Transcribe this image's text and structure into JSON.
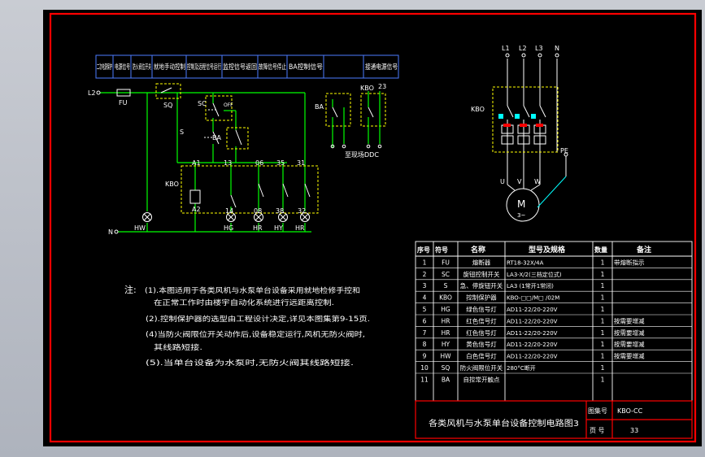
{
  "colors": {
    "border": "#ff0000",
    "wire": "#00ff00",
    "device": "#ffffff",
    "dashed": "#ffff00",
    "text": "#ffffff",
    "table_line": "#ffffff",
    "highlight": "#ffff00",
    "motor_lead": "#00ffff"
  },
  "header_cells": [
    "二次电源保护",
    "电源信号",
    "防火阀位开关",
    "就地手动控制",
    "控制及远程信号运行",
    "监控信号返回",
    "故障信号停止",
    "BA控制信号",
    "接通电源信号"
  ],
  "control": {
    "l2": "L2",
    "fu": "FU",
    "sq": "SQ",
    "sc": "SC",
    "s": "S",
    "ba": "BA",
    "kbo": "KBO",
    "off": "OFF",
    "a1": "A1",
    "a2": "A2",
    "n": "N",
    "terminals": [
      "13",
      "06",
      "35",
      "31"
    ],
    "bottom_terminals": [
      "14",
      "08",
      "38",
      "32"
    ],
    "lamps": [
      "HW",
      "HG",
      "HR",
      "HY",
      "HR"
    ],
    "ba_right": "BA",
    "kbo_right": "KBO",
    "num_23": "23",
    "to_ddc": "至现场DDC"
  },
  "power": {
    "phases": [
      "L1",
      "L2",
      "L3",
      "N"
    ],
    "kbo": "KBO",
    "pe": "PE",
    "uvw": [
      "U",
      "V",
      "W"
    ],
    "motor": "M",
    "motor_sub": "3~"
  },
  "notes": {
    "label": "注:",
    "items": [
      "(1).本图适用于各类风机与水泵单台设备采用就地检修手控和",
      "在正常工作时由楼宇自动化系统进行远距离控制.",
      "(2).控制保护器的选型由工程设计决定,详见本图集第9-15页.",
      "(4)当防火阀限位开关动作后,设备稳定运行,风机无防火阀时,",
      "其线路短接.",
      "(5).当单台设备为水泵时,无防火阀其线路短接."
    ]
  },
  "table": {
    "headers": [
      "序号",
      "符号",
      "名称",
      "型号及规格",
      "数量",
      "备注"
    ],
    "rows": [
      [
        "1",
        "FU",
        "熔断器",
        "RT18-32X/4A",
        "1",
        "带熔断指示"
      ],
      [
        "2",
        "SC",
        "旋钮控制开关",
        "LA3-X/2(三档定位式)",
        "1",
        ""
      ],
      [
        "3",
        "S",
        "急、停旋钮开关",
        "LA3 (1常开1常闭)",
        "1",
        ""
      ],
      [
        "4",
        "KBO",
        "控制保护器",
        "KBO-□□/M□ /02M",
        "1",
        ""
      ],
      [
        "5",
        "HG",
        "绿色信号灯",
        "AD11-22/20-220V",
        "1",
        ""
      ],
      [
        "6",
        "HR",
        "红色信号灯",
        "AD11-22/20-220V",
        "1",
        "按需要增减"
      ],
      [
        "7",
        "HR",
        "红色信号灯",
        "AD11-22/20-220V",
        "1",
        "按需要增减"
      ],
      [
        "8",
        "HY",
        "黄色信号灯",
        "AD11-22/20-220V",
        "1",
        "按需要增减"
      ],
      [
        "9",
        "HW",
        "白色信号灯",
        "AD11-22/20-220V",
        "1",
        "按需要增减"
      ],
      [
        "10",
        "SQ",
        "防火阀限位开关",
        "280°C断开",
        "1",
        ""
      ],
      [
        "11",
        "BA",
        "自控常开触点",
        "",
        "1",
        ""
      ]
    ]
  },
  "title_block": {
    "title": "各类风机与水泵单台设备控制电路图3",
    "atlas_label": "图集号",
    "atlas_value": "KBO-CC",
    "page_label": "页 号",
    "page_value": "33"
  }
}
